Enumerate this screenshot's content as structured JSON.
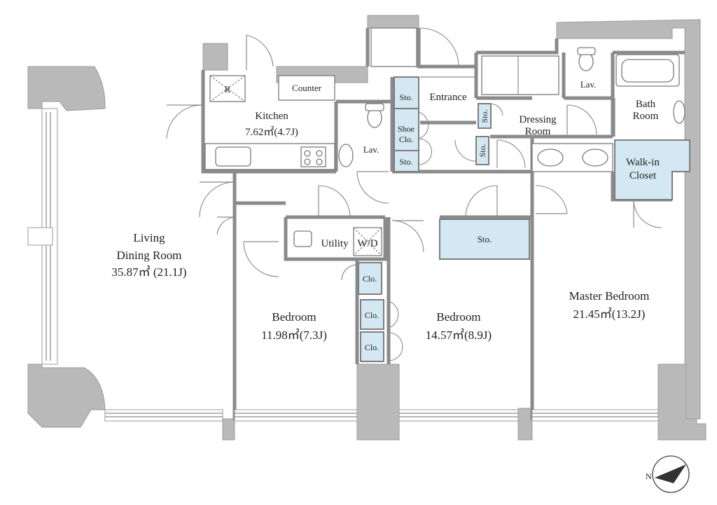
{
  "rooms": {
    "living": {
      "name_line1": "Living",
      "name_line2": "Dining Room",
      "area": "35.87㎡ (21.1J)"
    },
    "kitchen": {
      "name": "Kitchen",
      "area": "7.62㎡(4.7J)"
    },
    "counter": "Counter",
    "refrigerator": "R",
    "lav_entrance": "Lav.",
    "lav_master": "Lav.",
    "entrance": "Entrance",
    "dressing": {
      "line1": "Dressing",
      "line2": "Room"
    },
    "bath": {
      "line1": "Bath",
      "line2": "Room"
    },
    "walkin": {
      "line1": "Walk-in",
      "line2": "Closet"
    },
    "utility": "Utility",
    "washer": "W/D",
    "storage_hall": "Sto.",
    "bedroom1": {
      "name": "Bedroom",
      "area": "11.98㎡(7.3J)"
    },
    "bedroom2": {
      "name": "Bedroom",
      "area": "14.57㎡(8.9J)"
    },
    "master": {
      "name": "Master Bedroom",
      "area": "21.45㎡(13.2J)"
    },
    "closets": {
      "clo1": "Clo.",
      "clo2": "Clo.",
      "clo3": "Clo."
    },
    "entrance_storage": {
      "sto_top": "Sto.",
      "shoe_line1": "Shoe",
      "shoe_line2": "Clo.",
      "sto_bottom": "Sto.",
      "sto_small1": "Sto.",
      "sto_small2": "Sto."
    }
  },
  "compass": {
    "label": "N"
  },
  "colors": {
    "storage_fill": "#d3e8f2",
    "wall_fill": "#b9b9b9",
    "line": "#8a8a8a"
  }
}
